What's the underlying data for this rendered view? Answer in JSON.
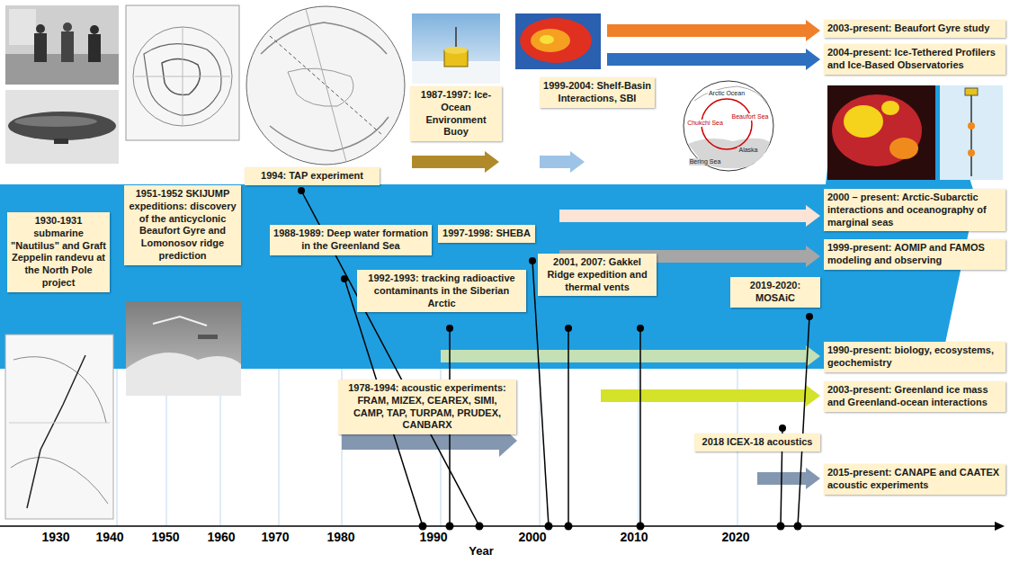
{
  "diagram": {
    "nodes": [
      {
        "text": [
          "1930-1931 submarine \"Nautilus\" and Graft Zeppelin randevu at the North Pole project"
        ]
      },
      {
        "text": [
          "1951-1952 SKIJUMP expeditions: discovery of the anticyclonic Beaufort Gyre and Lomonosov ridge prediction"
        ]
      },
      {
        "text": [
          "1994: TAP experiment"
        ]
      },
      {
        "text": [
          "1987-1997: Ice-Ocean Environment Buoy"
        ]
      },
      {
        "text": [
          "1999-2004: Shelf-Basin Interactions, SBI"
        ]
      },
      {
        "text": [
          "2003-present: Beaufort Gyre study"
        ]
      },
      {
        "text": [
          "2004-present: Ice-Tethered Profilers and Ice-Based Observatories"
        ]
      },
      {
        "text": [
          "1988-1989: Deep water formation in the Greenland Sea"
        ]
      },
      {
        "text": [
          "1997-1998: SHEBA"
        ]
      },
      {
        "text": [
          "1992-1993: tracking radioactive contaminants in the Siberian Arctic"
        ]
      },
      {
        "text": [
          "2001, 2007: Gakkel Ridge expedition and thermal vents"
        ]
      },
      {
        "text": [
          "2019-2020: MOSAiC"
        ]
      },
      {
        "text": [
          "2000 – present: Arctic-Subarctic interactions and oceanography of marginal seas"
        ]
      },
      {
        "text": [
          "1999-present: AOMIP and FAMOS modeling and observing"
        ]
      },
      {
        "text": [
          "1990-present: biology, ecosystems, geochemistry"
        ]
      },
      {
        "text": [
          "2003-present: Greenland ice mass and Greenland-ocean interactions"
        ]
      },
      {
        "text": [
          "1978-1994: acoustic experiments: FRAM, MIZEX, CEAREX, SIMI, CAMP, TAP, TURPAM, PRUDEX, CANBARX"
        ]
      },
      {
        "text": [
          "2018 ICEX-18 acoustics"
        ]
      },
      {
        "text": [
          "2015-present: CANAPE and CAATEX acoustic experiments"
        ]
      }
    ],
    "labels": [
      "1930",
      "1940",
      "1950",
      "1960",
      "1970",
      "1980",
      "1990",
      "2000",
      "2010",
      "2020",
      "Year",
      "Arctic Ocean",
      "Chukchi Sea",
      "Beaufort Sea",
      "Alaska",
      "Bering Sea"
    ]
  }
}
